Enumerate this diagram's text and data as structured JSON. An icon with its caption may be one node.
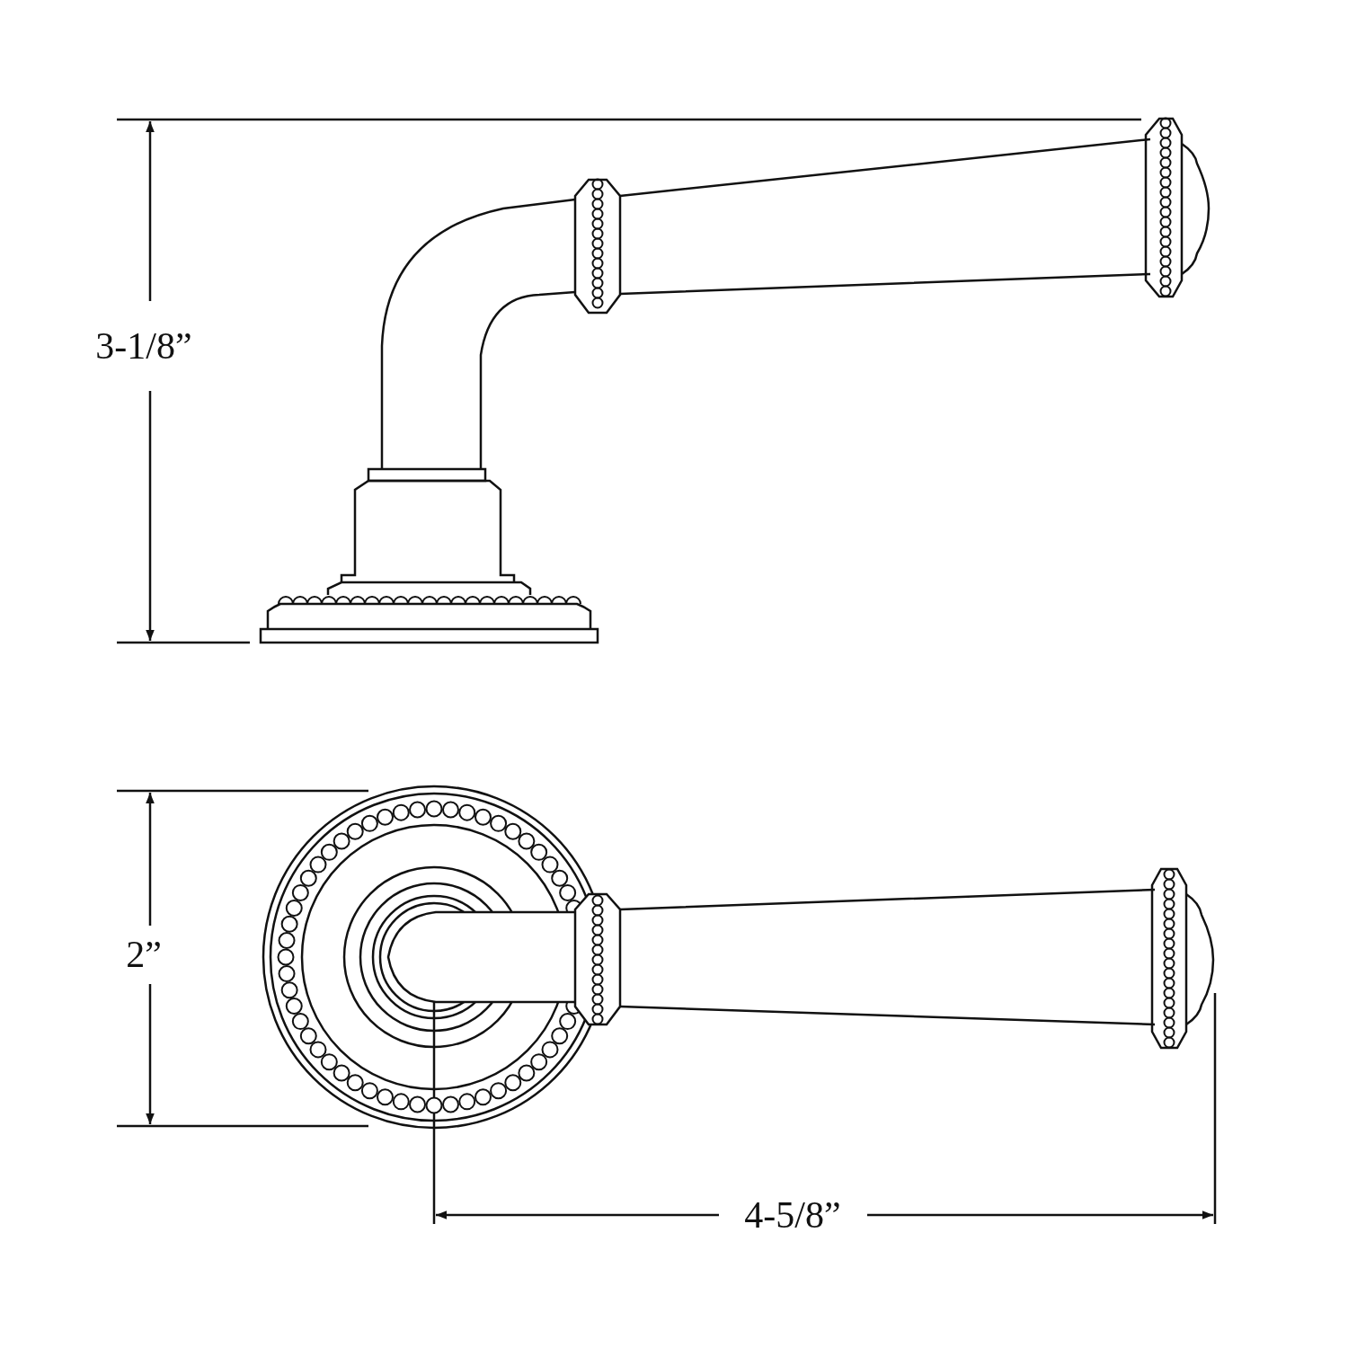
{
  "diagram": {
    "labels": [
      "3-1/8”",
      "2”",
      "4-5/8”"
    ]
  }
}
